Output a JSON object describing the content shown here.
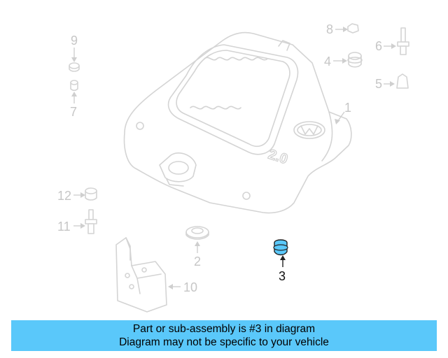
{
  "diagram": {
    "callouts": {
      "c1": "1",
      "c2": "2",
      "c3": "3",
      "c4": "4",
      "c5": "5",
      "c6": "6",
      "c7": "7",
      "c8": "8",
      "c9": "9",
      "c10": "10",
      "c11": "11",
      "c12": "12"
    },
    "highlighted_part": "3",
    "engine_badge": "2.0",
    "colors": {
      "faded_lines": "#d4d4d4",
      "highlight": "#222222",
      "highlight_part_fill": "#5ac8fa",
      "banner_bg": "#5ac8fa"
    }
  },
  "banner": {
    "line1": "Part or sub-assembly is #3 in diagram",
    "line2": "Diagram may not be specific to your vehicle"
  }
}
